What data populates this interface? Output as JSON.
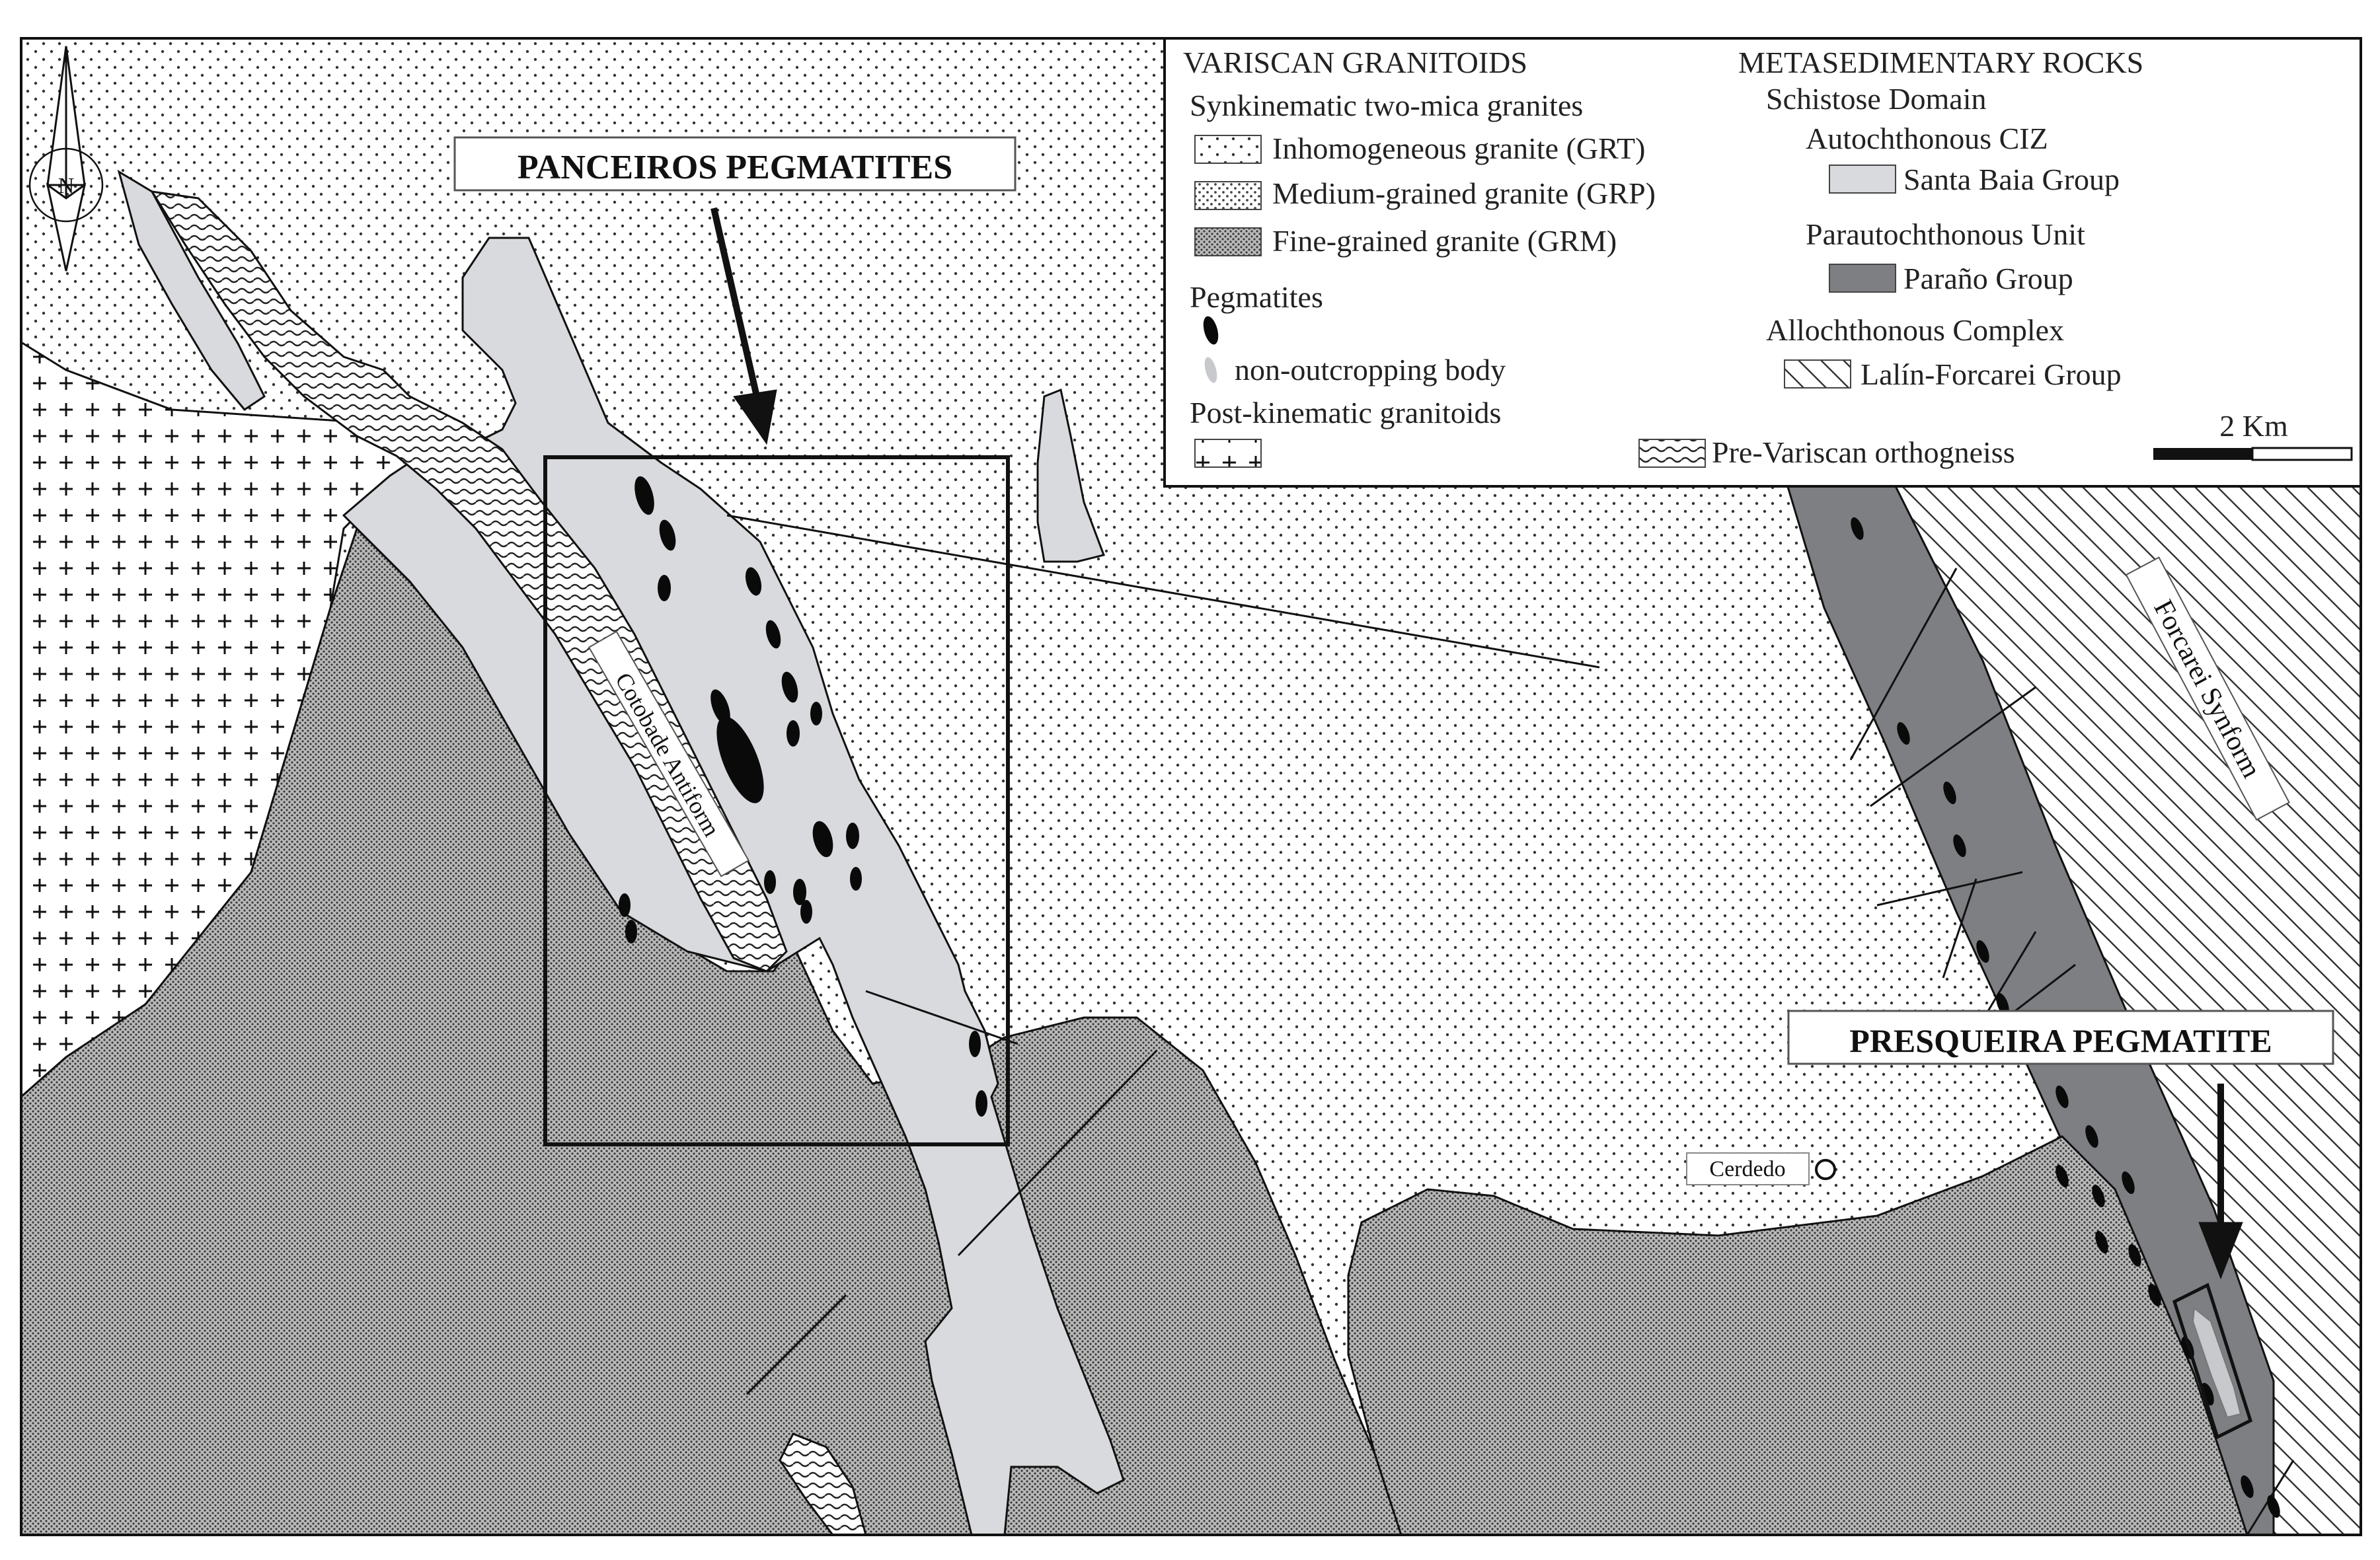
{
  "map": {
    "callouts": {
      "panceiros": "PANCEIROS PEGMATITES",
      "presqueira": "PRESQUEIRA PEGMATITE"
    },
    "structures": {
      "antiform": "Cotobade Antiform",
      "synform": "Forcarei Synform"
    },
    "town": "Cerdedo",
    "north_arrow": "N",
    "scale": "2 Km"
  },
  "legend": {
    "granitoids": {
      "heading": "VARISCAN GRANITOIDS",
      "subheading": "Synkinematic two-mica granites",
      "items": [
        {
          "label": "Inhomogeneous granite (GRT)",
          "icon": "sparse-dot-pattern"
        },
        {
          "label": "Medium-grained granite (GRP)",
          "icon": "medium-dot-pattern"
        },
        {
          "label": "Fine-grained granite (GRM)",
          "icon": "dense-dot-pattern"
        }
      ],
      "pegmatites_heading": "Pegmatites",
      "non_outcropping": "non-outcropping body",
      "post_kinematic": "Post-kinematic granitoids"
    },
    "metasedimentary": {
      "heading": "METASEDIMENTARY ROCKS",
      "schistose": "Schistose Domain",
      "autochthonous": "Autochthonous CIZ",
      "santa_baia": "Santa Baia Group",
      "parautochthonous": "Parautochthonous Unit",
      "parano": "Paraño Group",
      "allochthonous": "Allochthonous Complex",
      "lalin": "Lalín-Forcarei Group"
    },
    "orthogneiss": "Pre-Variscan orthogneiss"
  },
  "colors": {
    "santa_baia": "#d8dadd",
    "parano": "#7d7f82",
    "pegmatite": "#0a0a0a",
    "non_outcropping": "#c7c9cc",
    "outline": "#111111"
  }
}
